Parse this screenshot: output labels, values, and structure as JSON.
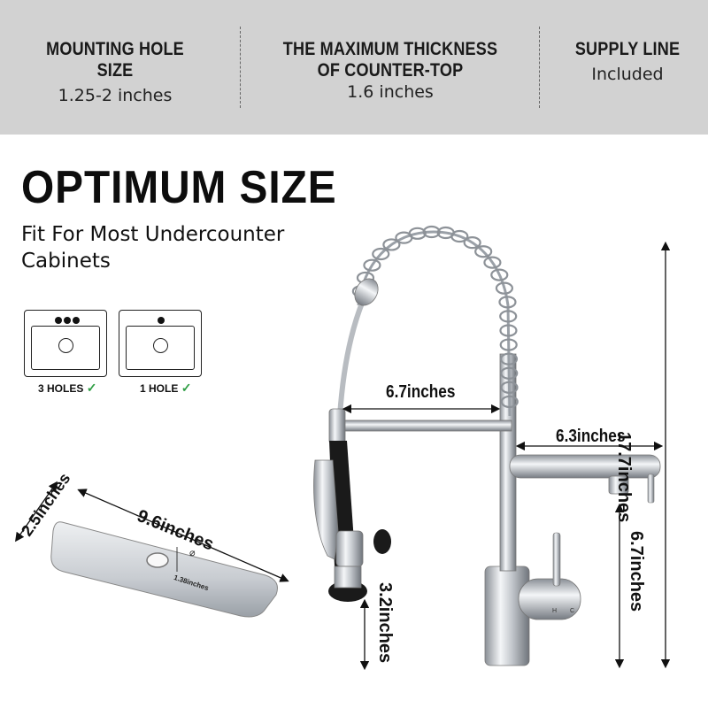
{
  "specs": [
    {
      "title": "MOUNTING HOLE SIZE",
      "value": "1.25-2 inches"
    },
    {
      "title_line1": "THE MAXIMUM THICKNESS",
      "title_line2": "OF COUNTER-TOP",
      "value": "1.6 inches"
    },
    {
      "title": "SUPPLY LINE",
      "value": "Included"
    }
  ],
  "title": "OPTIMUM SIZE",
  "subtitle": "Fit For Most Undercounter Cabinets",
  "hole_options": [
    {
      "label": "3 HOLES",
      "check": "✓"
    },
    {
      "label": "1 HOLE",
      "check": "✓"
    }
  ],
  "dimensions": {
    "spout_reach": "6.7inches",
    "side_spout": "6.3inches",
    "total_height": "17.7inches",
    "spout_height": "6.7inches",
    "sprayer_height": "3.2inches",
    "plate_length": "9.6inches",
    "plate_width": "2.5inches",
    "plate_hole": "1.38inches",
    "diameter_symbol": "⌀"
  },
  "colors": {
    "banner": "#d2d2d2",
    "check": "#2f9e44",
    "chrome": "#c9ccd1"
  }
}
